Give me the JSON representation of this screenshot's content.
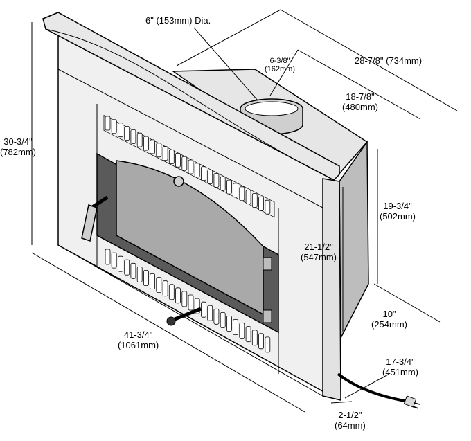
{
  "dimensions": {
    "flue": {
      "label": "6\" (153mm) Dia."
    },
    "flue_offset": {
      "imperial": "6-3/8\"",
      "metric": "(162mm)"
    },
    "overall_depth": {
      "label": "28-7/8\" (734mm)"
    },
    "body_depth": {
      "imperial": "18-7/8\"",
      "metric": "(480mm)"
    },
    "surround_height": {
      "imperial": "30-3/4\"",
      "metric": "(782mm)"
    },
    "body_rear_height": {
      "imperial": "19-3/4\"",
      "metric": "(502mm)"
    },
    "body_front_height": {
      "imperial": "21-1/2\"",
      "metric": "(547mm)"
    },
    "rear_depth": {
      "imperial": "10\"",
      "metric": "(254mm)"
    },
    "surround_width": {
      "imperial": "41-3/4\"",
      "metric": "(1061mm)"
    },
    "side_depth": {
      "imperial": "17-3/4\"",
      "metric": "(451mm)"
    },
    "surround_thickness": {
      "imperial": "2-1/2\"",
      "metric": "(64mm)"
    }
  },
  "colors": {
    "line": "#000000",
    "fill_light": "#f2f2f2",
    "fill_mid": "#d9d9d9",
    "fill_dark": "#9a9a9a",
    "glass": "#a9a9a9"
  }
}
